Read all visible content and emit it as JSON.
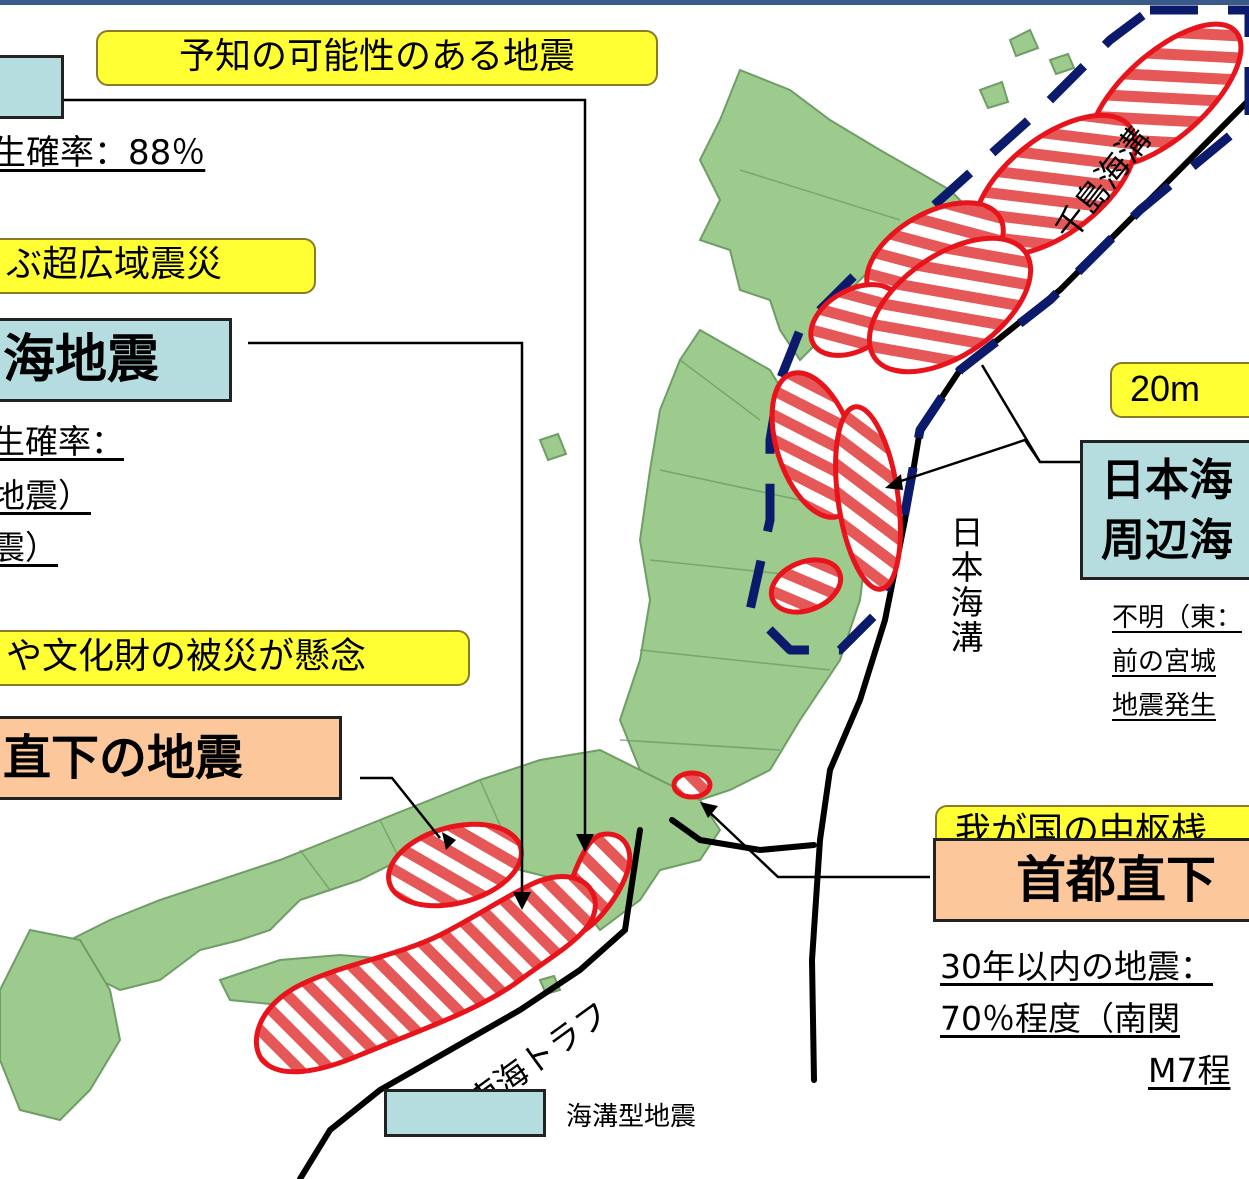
{
  "callouts": {
    "yochi": "予知の可能性のある地震",
    "koiki": "ぶ超広域震災",
    "bunkazai": "や文化財の被災が懸念",
    "height_20m": "20m",
    "chusu": "我が国の中枢桟"
  },
  "boxes": {
    "top_left": "",
    "nankai": "海地震",
    "chokka_kinki": "直下の地震",
    "nihonkai": [
      "日本海",
      "周辺海"
    ],
    "shuto": "首都直下"
  },
  "probabilities": {
    "top": "生確率：88％",
    "nankai": [
      "生確率：",
      "地震）",
      "震）"
    ],
    "nihonkai": [
      "不明（東：",
      "前の宮城",
      "地震発生"
    ],
    "shuto": [
      "30年以内の地震：",
      "70％程度（南関",
      "M7程"
    ]
  },
  "trenches": {
    "chishima": "千島海溝",
    "nihon": "日本海溝",
    "nankai": "南海トラフ"
  },
  "legend": {
    "label": "海溝型地震"
  },
  "colors": {
    "land": "#9ccb8d",
    "land_border": "#6f9d66",
    "callout": "#ffff33",
    "box_blue": "#b5dde0",
    "box_orange": "#fcc89b",
    "zone_red": "#e8141c",
    "dash_navy": "#0b1a6b",
    "top_rule": "#3a5a8a"
  }
}
